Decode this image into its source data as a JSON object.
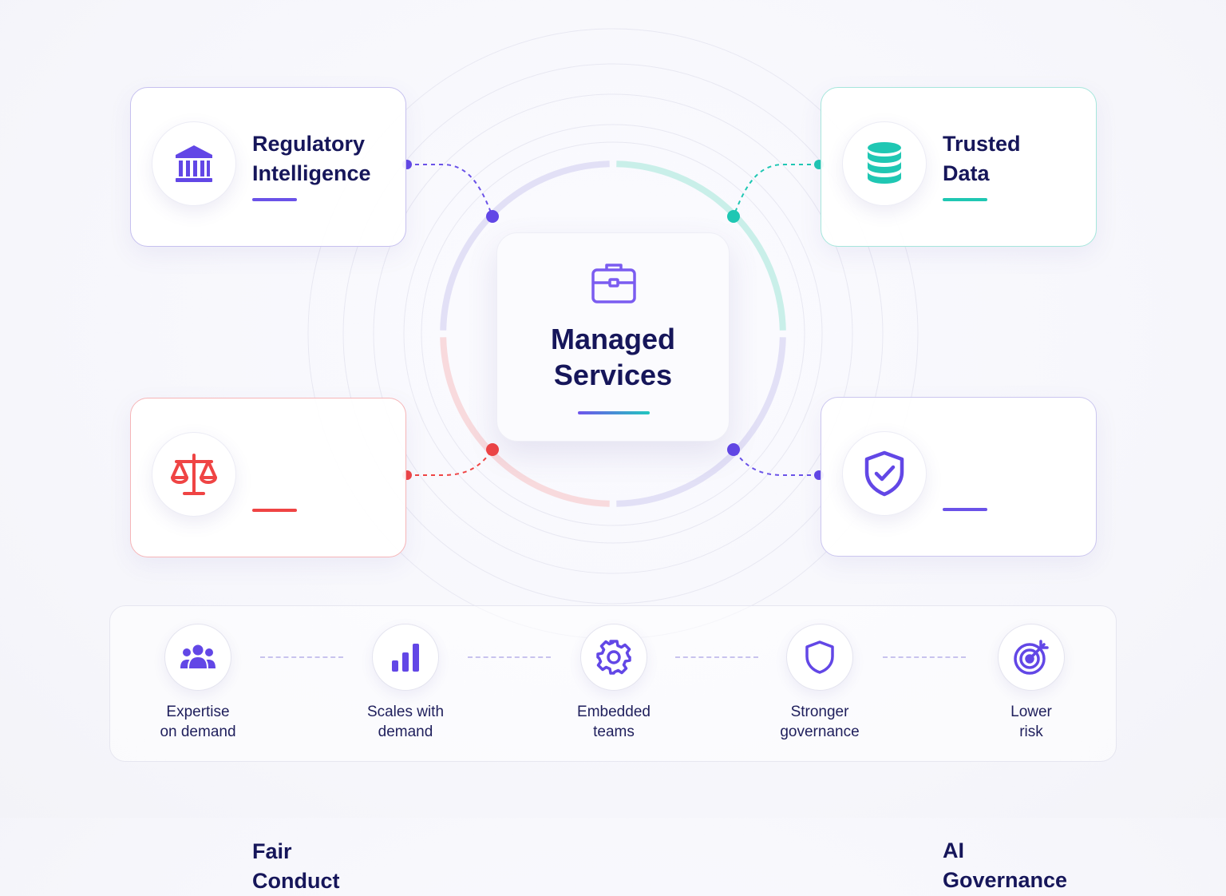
{
  "center": {
    "title_line1": "Managed",
    "title_line2": "Services",
    "icon": "briefcase-icon"
  },
  "pillars": [
    {
      "title_line1": "Regulatory",
      "title_line2": "Intelligence",
      "icon": "bank-icon",
      "color": "#6247e6"
    },
    {
      "title_line1": "Trusted",
      "title_line2": "Data",
      "icon": "database-icon",
      "color": "#1fc7b3"
    },
    {
      "title_line1": "Fair",
      "title_line2": "Conduct",
      "icon": "scales-icon",
      "color": "#ef4444"
    },
    {
      "title_line1": "AI",
      "title_line2": "Governance",
      "icon": "shield-check-icon",
      "color": "#6a52e8"
    }
  ],
  "benefits": [
    {
      "line1": "Expertise",
      "line2": "on demand",
      "icon": "team-icon"
    },
    {
      "line1": "Scales with",
      "line2": "demand",
      "icon": "bar-chart-icon"
    },
    {
      "line1": "Embedded",
      "line2": "teams",
      "icon": "gear-icon"
    },
    {
      "line1": "Stronger",
      "line2": "governance",
      "icon": "shield-icon"
    },
    {
      "line1": "Lower",
      "line2": "risk",
      "icon": "target-icon"
    }
  ]
}
